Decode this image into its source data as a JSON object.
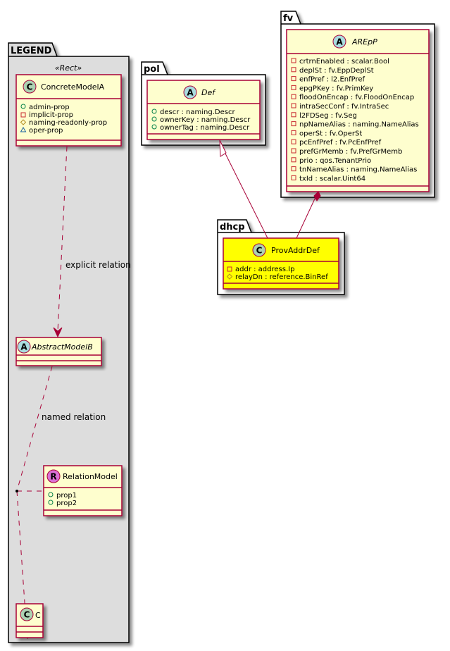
{
  "colors": {
    "class_fill": "#FEFECE",
    "class_border": "#A80036",
    "highlight_fill": "#FFFF00",
    "legend_bg": "#DDDDDD",
    "package_bg": "#FFFFFF",
    "badge_class": "#ADD1B2",
    "badge_abstract": "#A9DCDF",
    "badge_relation": "#DA70D6",
    "vis_public": "#038048",
    "vis_private": "#C82930",
    "vis_protected": "#B38D22",
    "vis_package": "#1963A0"
  },
  "packages": {
    "legend": {
      "name": "LEGEND",
      "stereotype": "«Rect»",
      "concrete": {
        "badge": "C",
        "name": "ConcreteModelA",
        "attrs": [
          {
            "vis": "public",
            "text": "admin-prop"
          },
          {
            "vis": "private",
            "text": "implicit-prop"
          },
          {
            "vis": "protected",
            "text": "naming-readonly-prop"
          },
          {
            "vis": "package",
            "text": "oper-prop"
          }
        ]
      },
      "abstract": {
        "badge": "A",
        "name": "AbstractModelB"
      },
      "relation": {
        "badge": "R",
        "name": "RelationModel",
        "attrs": [
          {
            "vis": "public",
            "text": "prop1"
          },
          {
            "vis": "public",
            "text": "prop2"
          }
        ]
      },
      "c_class": {
        "badge": "C",
        "name": "C"
      },
      "labels": {
        "explicit": "explicit relation",
        "named": "named relation"
      }
    },
    "pol": {
      "name": "pol",
      "cls": {
        "badge": "A",
        "name": "Def",
        "attrs": [
          {
            "vis": "public",
            "text": "descr : naming.Descr"
          },
          {
            "vis": "public",
            "text": "ownerKey : naming.Descr"
          },
          {
            "vis": "public",
            "text": "ownerTag : naming.Descr"
          }
        ]
      }
    },
    "fv": {
      "name": "fv",
      "cls": {
        "badge": "A",
        "name": "AREpP",
        "attrs": [
          {
            "vis": "private",
            "text": "crtrnEnabled : scalar.Bool"
          },
          {
            "vis": "private",
            "text": "deplSt : fv.EppDeplSt"
          },
          {
            "vis": "private",
            "text": "enfPref : l2.EnfPref"
          },
          {
            "vis": "private",
            "text": "epgPKey : fv.PrimKey"
          },
          {
            "vis": "private",
            "text": "floodOnEncap : fv.FloodOnEncap"
          },
          {
            "vis": "private",
            "text": "intraSecConf : fv.IntraSec"
          },
          {
            "vis": "private",
            "text": "l2FDSeg : fv.Seg"
          },
          {
            "vis": "private",
            "text": "npNameAlias : naming.NameAlias"
          },
          {
            "vis": "private",
            "text": "operSt : fv.OperSt"
          },
          {
            "vis": "private",
            "text": "pcEnfPref : fv.PcEnfPref"
          },
          {
            "vis": "private",
            "text": "prefGrMemb : fv.PrefGrMemb"
          },
          {
            "vis": "private",
            "text": "prio : qos.TenantPrio"
          },
          {
            "vis": "private",
            "text": "tnNameAlias : naming.NameAlias"
          },
          {
            "vis": "private",
            "text": "txId : scalar.Uint64"
          }
        ]
      }
    },
    "dhcp": {
      "name": "dhcp",
      "cls": {
        "badge": "C",
        "name": "ProvAddrDef",
        "attrs": [
          {
            "vis": "private",
            "text": "addr : address.Ip"
          },
          {
            "vis": "protected",
            "text": "relayDn : reference.BinRef"
          }
        ]
      }
    }
  }
}
